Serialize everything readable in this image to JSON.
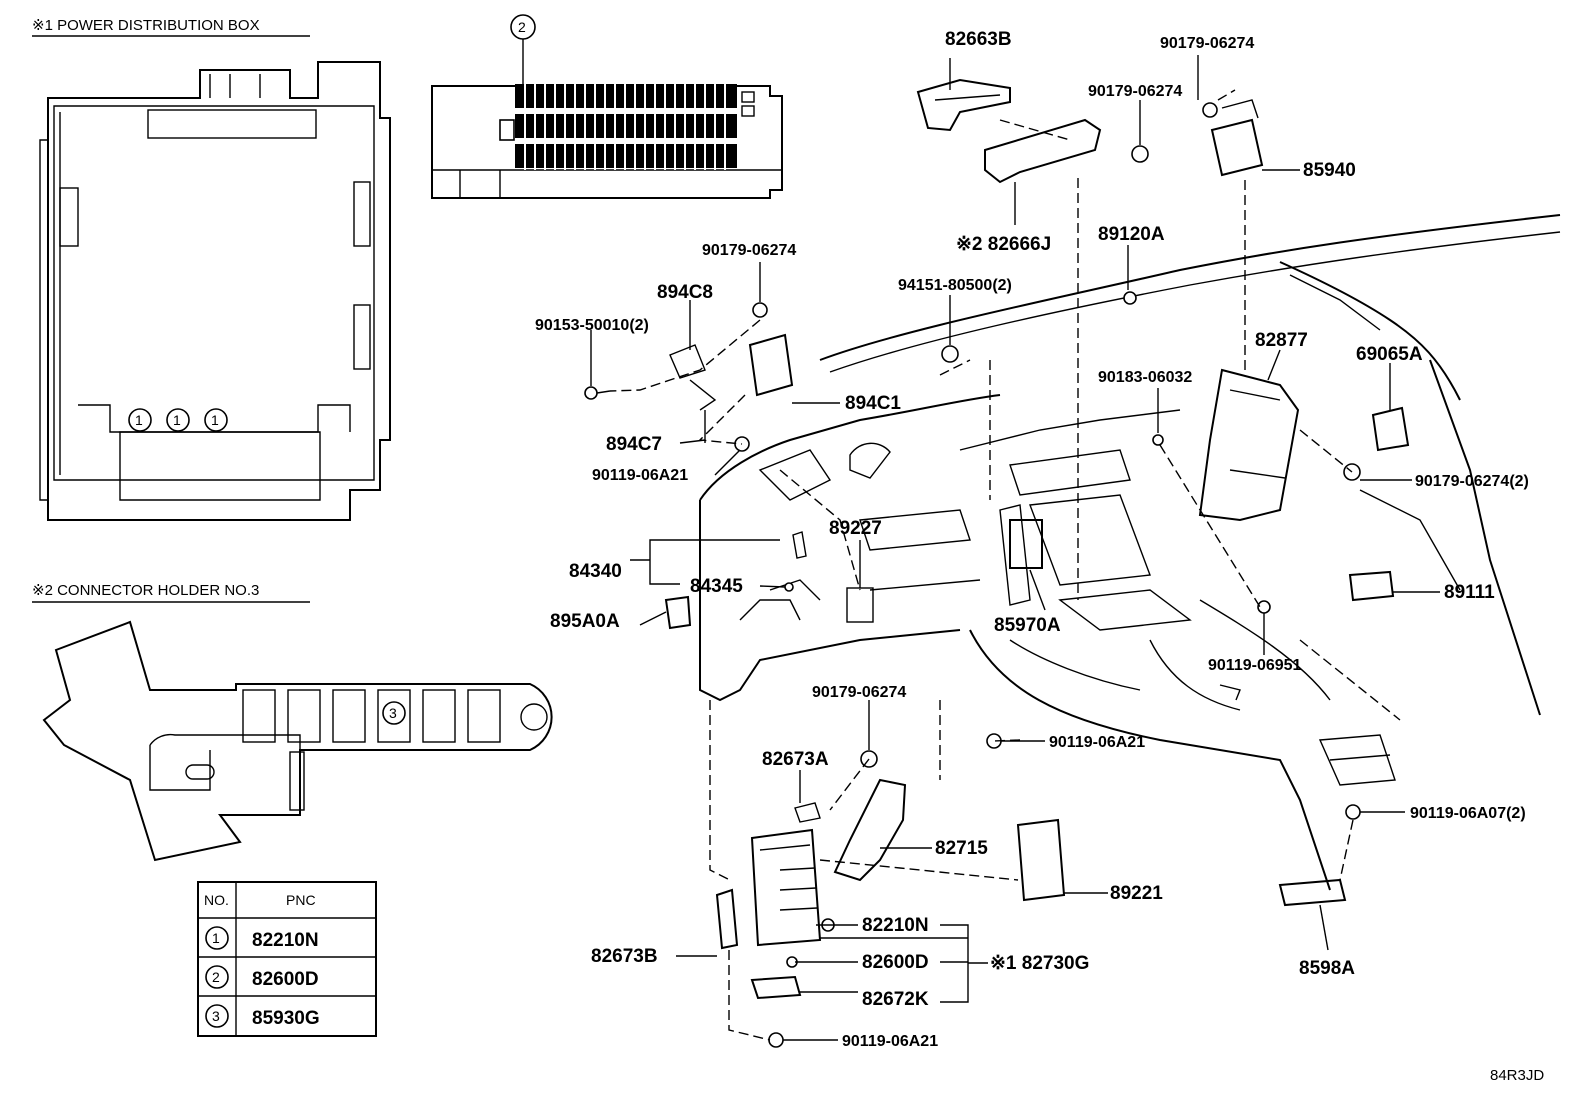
{
  "figure_code": "84R3JD",
  "insets": {
    "power_box_title": "※1 POWER DISTRIBUTION BOX",
    "connector_holder_title": "※2 CONNECTOR HOLDER NO.3",
    "circle_1": "1",
    "circle_2": "2",
    "circle_3": "3"
  },
  "pnc_table": {
    "header_no": "NO.",
    "header_pnc": "PNC",
    "rows": [
      {
        "no": "1",
        "pnc": "82210N"
      },
      {
        "no": "2",
        "pnc": "82600D"
      },
      {
        "no": "3",
        "pnc": "85930G"
      }
    ]
  },
  "callouts": {
    "c82663B": "82663B",
    "c90179_top_right": "90179-06274",
    "c90179_top_mid": "90179-06274",
    "c85940": "85940",
    "c82666J": "※2 82666J",
    "c89120A": "89120A",
    "c90179_left": "90179-06274",
    "c894C8": "894C8",
    "c94151": "94151-80500(2)",
    "c90153": "90153-50010(2)",
    "c894C1": "894C1",
    "c82877": "82877",
    "c69065A": "69065A",
    "c90183": "90183-06032",
    "c894C7": "894C7",
    "c90119_06A21_top": "90119-06A21",
    "c90179_right2": "90179-06274(2)",
    "c89227": "89227",
    "c84340": "84340",
    "c84345": "84345",
    "c895A0A": "895A0A",
    "c85970A": "85970A",
    "c89111": "89111",
    "c90119_06951": "90119-06951",
    "c90179_lower": "90179-06274",
    "c90119_06A21_mid": "90119-06A21",
    "c82673A": "82673A",
    "c90119_06A07": "90119-06A07(2)",
    "c82715": "82715",
    "c89221": "89221",
    "c82210N": "82210N",
    "c82730G": "※1 82730G",
    "c82673B": "82673B",
    "c82600D": "82600D",
    "c82672K": "82672K",
    "c8598A": "8598A",
    "c90119_06A21_bot": "90119-06A21"
  }
}
